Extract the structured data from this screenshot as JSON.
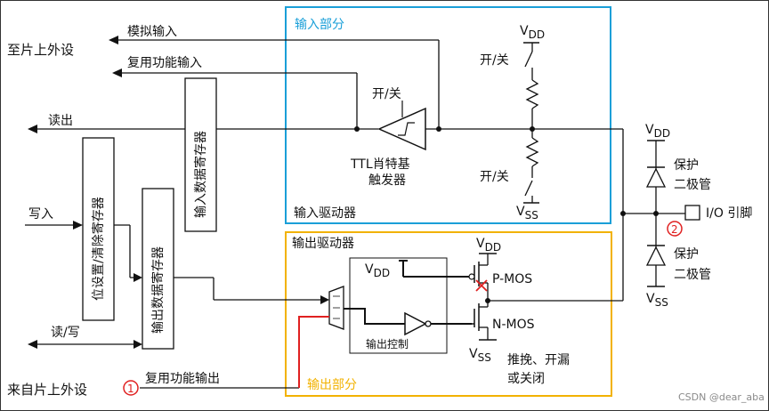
{
  "labels": {
    "to_peripheral": "至片上外设",
    "from_peripheral": "来自片上外设",
    "analog_input": "模拟输入",
    "alt_func_input": "复用功能输入",
    "alt_func_output": "复用功能输出",
    "read_out": "读出",
    "write_in": "写入",
    "read_write": "读/写",
    "input_data_register": "输入数据寄存器",
    "bit_set_reset_register": "位设置/清除寄存器",
    "output_data_register": "输出数据寄存器",
    "input_section": "输入部分",
    "input_driver": "输入驱动器",
    "output_driver": "输出驱动器",
    "output_section": "输出部分",
    "output_control": "输出控制",
    "ttl_line1": "TTL肖特基",
    "ttl_line2": "触发器",
    "on_off_ttl": "开/关",
    "on_off_pullup": "开/关",
    "on_off_pulldown": "开/关",
    "vdd_top": "V",
    "vdd_sub": "DD",
    "vss_sub": "SS",
    "pmos": "P-MOS",
    "nmos": "N-MOS",
    "mode_line1": "推挽、开漏",
    "mode_line2": "或关闭",
    "protect_line1": "保护",
    "protect_line2": "二极管",
    "io_pin": "I/O 引脚",
    "marker_1": "1",
    "marker_2": "2",
    "watermark": "CSDN @dear_aba"
  },
  "colors": {
    "line": "#111111",
    "input_box": "#1a9fd8",
    "output_box": "#f2b200",
    "highlight": "#e02020"
  }
}
